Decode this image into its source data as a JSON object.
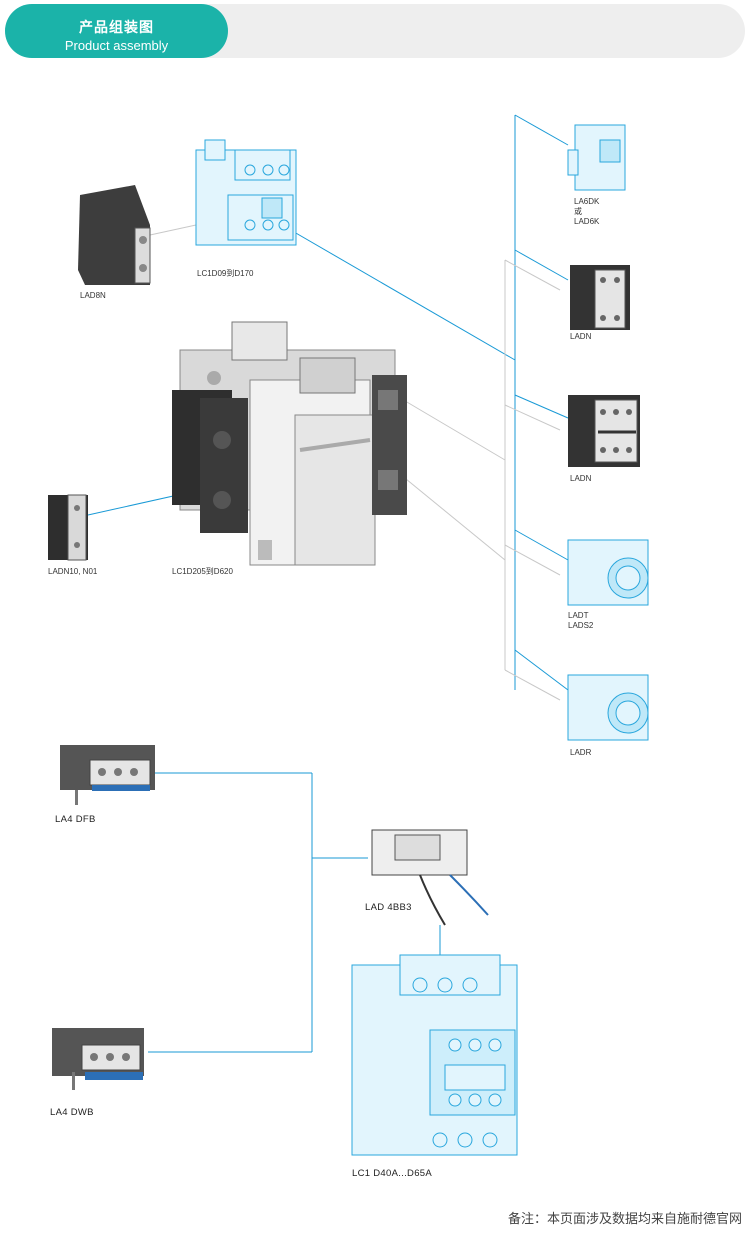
{
  "header": {
    "title_zh": "产品组装图",
    "title_en": "Product assembly"
  },
  "labels": {
    "lad8n": "LAD8N",
    "lc1d09": "LC1D09到D170",
    "la6dk": "LA6DK",
    "or": "或",
    "lad6k": "LAD6K",
    "ladn_1": "LADN",
    "ladn_2": "LADN",
    "ladn10": "LADN10, N01",
    "lc1d205": "LC1D205到D620",
    "ladt": "LADT",
    "lads2": "LADS2",
    "ladr": "LADR",
    "la4dfb": "LA4 DFB",
    "lad4bb3": "LAD 4BB3",
    "la4dwb": "LA4 DWB",
    "lc1d40a": "LC1 D40A...D65A"
  },
  "footer": {
    "note": "备注：本页面涉及数据均来自施耐德官网"
  },
  "colors": {
    "accent": "#1bb3a9",
    "line": "#1a9ad6",
    "line_grey": "#c8c8c8",
    "component_blue": "#8fd3f0"
  }
}
